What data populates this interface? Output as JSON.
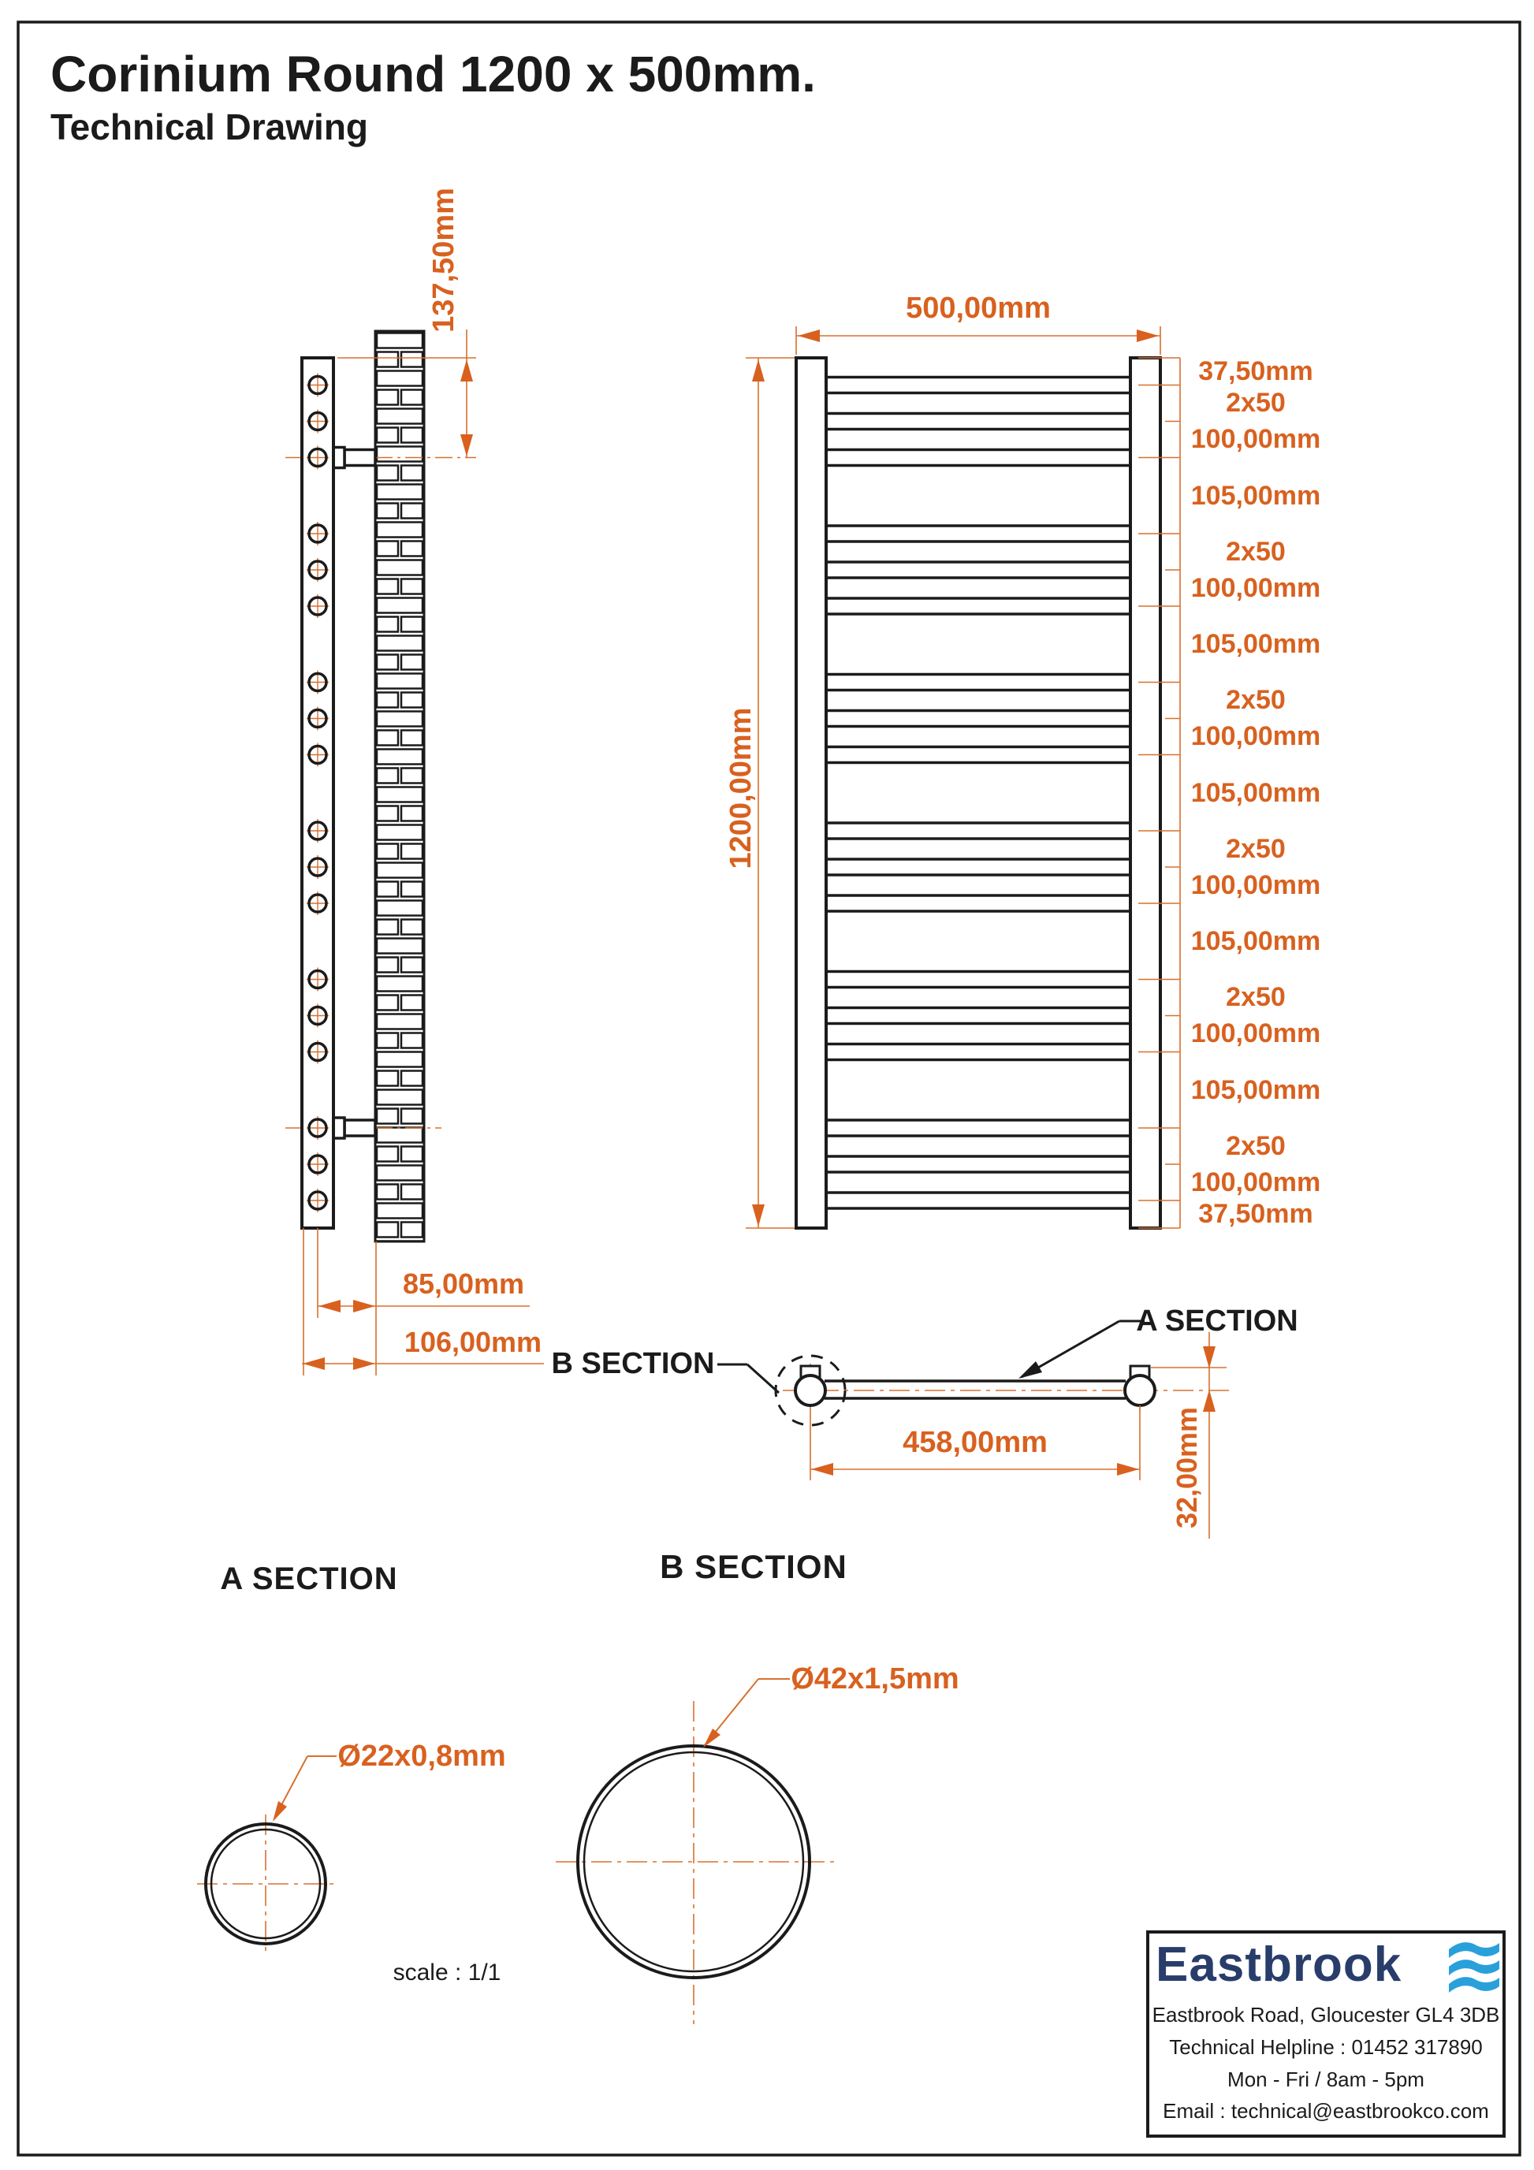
{
  "page": {
    "title": "Corinium Round 1200 x 500mm.",
    "subtitle": "Technical Drawing"
  },
  "colors": {
    "dimension_orange": "#D8611F",
    "line_black": "#1b1b1b",
    "brand_navy": "#293D6B",
    "brand_blue": "#2AA0DB"
  },
  "side_view": {
    "dim_bracket_top": "137,50mm",
    "dim_tube_to_wall": "85,00mm",
    "dim_rail_to_wall": "106,00mm"
  },
  "front_view": {
    "dim_width": "500,00mm",
    "dim_height": "1200,00mm",
    "spacing_dims": [
      "37,50mm",
      "2x50",
      "100,00mm",
      "105,00mm",
      "2x50",
      "100,00mm",
      "105,00mm",
      "2x50",
      "100,00mm",
      "105,00mm",
      "2x50",
      "100,00mm",
      "105,00mm",
      "2x50",
      "100,00mm",
      "105,00mm",
      "2x50",
      "100,00mm",
      "37,50mm"
    ]
  },
  "plan_view": {
    "label_a_section": "A SECTION",
    "label_b_section": "B SECTION",
    "dim_centres": "458,00mm",
    "dim_depth": "32,00mm"
  },
  "section_details": {
    "a_heading": "A SECTION",
    "a_tube_size": "Ø22x0,8mm",
    "b_heading": "B SECTION",
    "b_tube_size": "Ø42x1,5mm"
  },
  "scale_note": "scale : 1/1",
  "footer": {
    "brand": "Eastbrook",
    "address": "Eastbrook Road, Gloucester GL4 3DB",
    "helpline": "Technical Helpline : 01452 317890",
    "hours": "Mon - Fri / 8am - 5pm",
    "email": "Email : technical@eastbrookco.com"
  }
}
